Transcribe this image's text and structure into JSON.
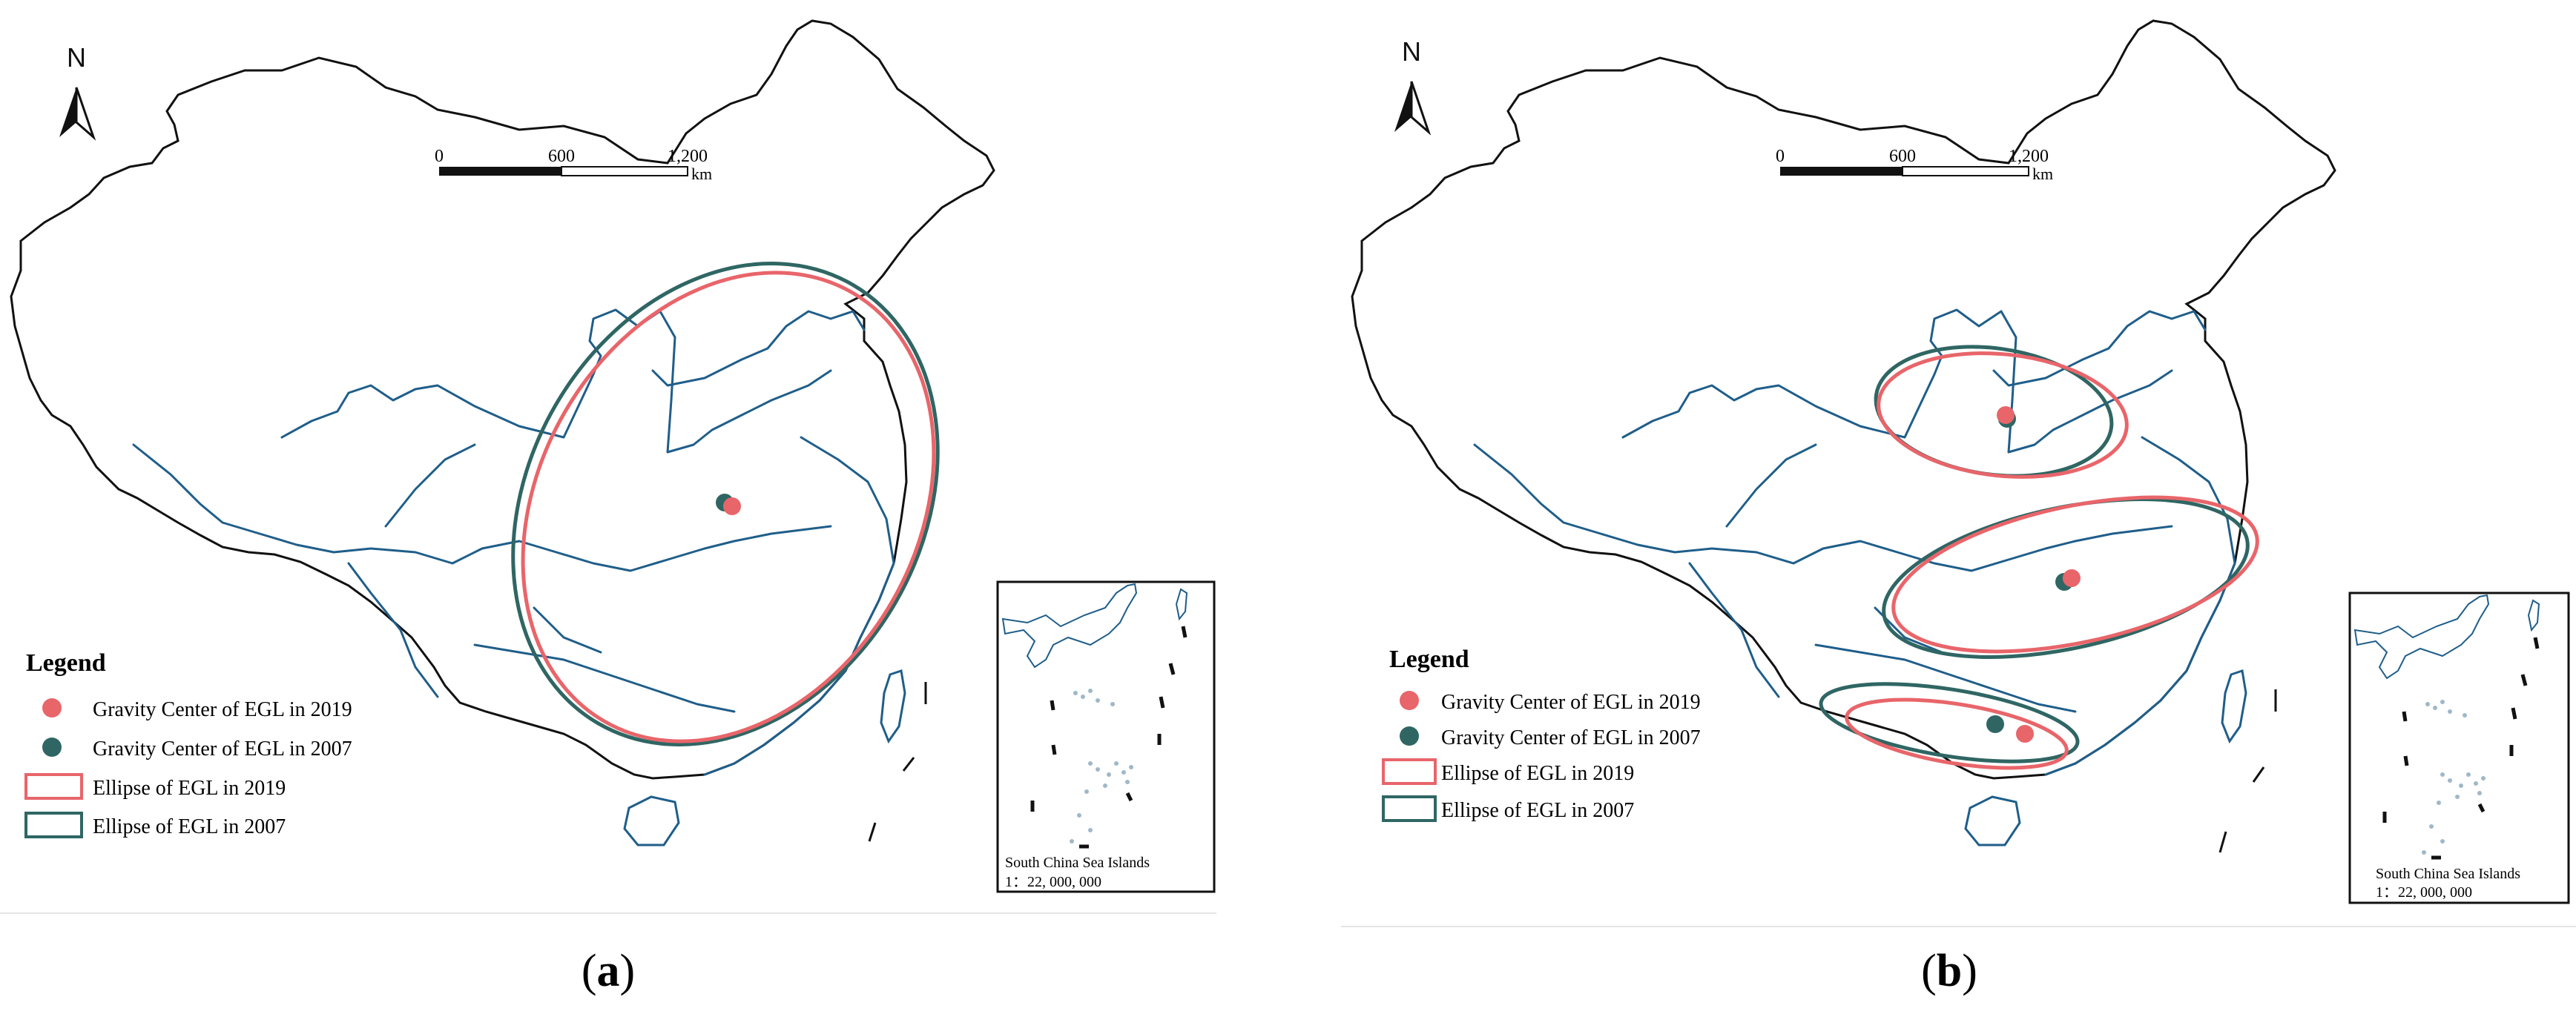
{
  "colors": {
    "color_2019": "#e8656a",
    "color_2007": "#2f6663",
    "river": "#1f5e8a",
    "outline": "#111111",
    "island": "#9fb8c8"
  },
  "panels": [
    {
      "caption_open": "(",
      "caption_letter": "a",
      "caption_close": ")",
      "north": "N",
      "scale": {
        "ticks": [
          "0",
          "600",
          "1,200"
        ],
        "unit": "km"
      },
      "legend": {
        "title": "Legend",
        "items": [
          {
            "label": "Gravity Center of EGL in 2019",
            "symbol": "dot",
            "year": "2019"
          },
          {
            "label": "Gravity Center of EGL in 2007",
            "symbol": "dot",
            "year": "2007"
          },
          {
            "label": "Ellipse of EGL in 2019",
            "symbol": "box",
            "year": "2019"
          },
          {
            "label": "Ellipse of EGL in 2007",
            "symbol": "box",
            "year": "2007"
          }
        ]
      },
      "inset": {
        "title": "South China Sea Islands",
        "scale": "1：22, 000, 000"
      }
    },
    {
      "caption_open": "(",
      "caption_letter": "b",
      "caption_close": ")",
      "north": "N",
      "scale": {
        "ticks": [
          "0",
          "600",
          "1,200"
        ],
        "unit": "km"
      },
      "legend": {
        "title": "Legend",
        "items": [
          {
            "label": "Gravity Center of EGL in 2019",
            "symbol": "dot",
            "year": "2019"
          },
          {
            "label": "Gravity Center of EGL in 2007",
            "symbol": "dot",
            "year": "2007"
          },
          {
            "label": "Ellipse of EGL in 2019",
            "symbol": "box",
            "year": "2019"
          },
          {
            "label": "Ellipse of EGL in 2007",
            "symbol": "box",
            "year": "2007"
          }
        ]
      },
      "inset": {
        "title": "South China Sea Islands",
        "scale": "1：22, 000, 000"
      }
    }
  ]
}
